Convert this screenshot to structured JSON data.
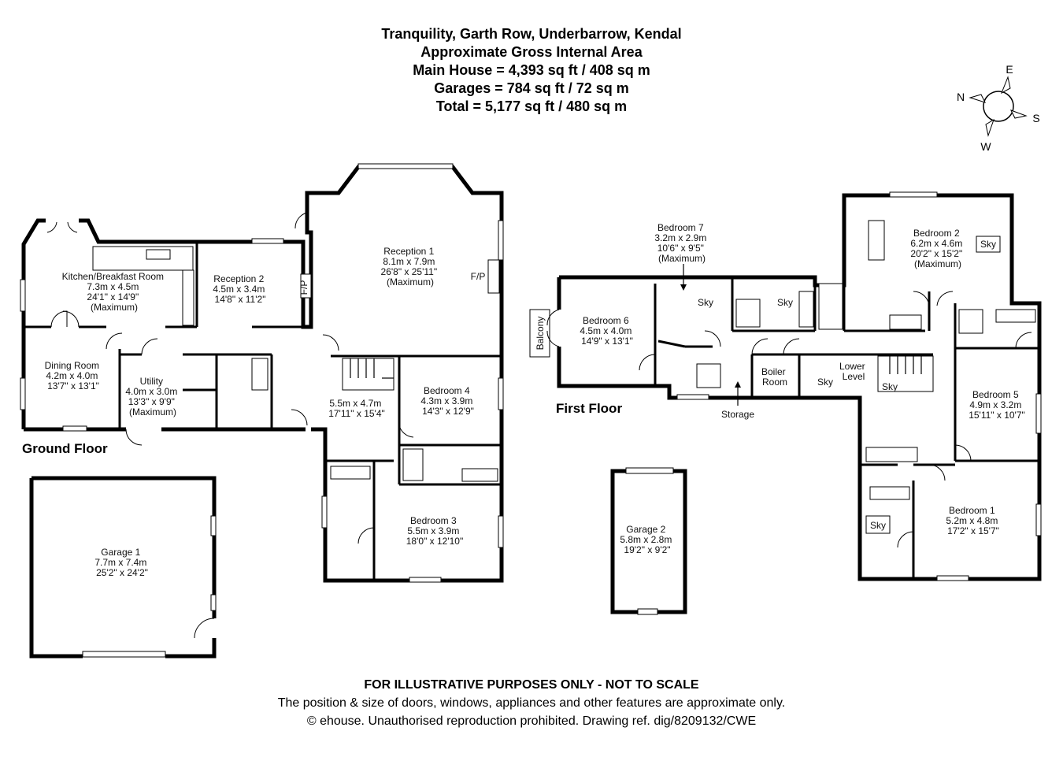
{
  "header": {
    "line1": "Tranquility, Garth Row, Underbarrow, Kendal",
    "line2": "Approximate Gross Internal Area",
    "line3": "Main House = 4,393 sq ft / 408 sq m",
    "line4": "Garages = 784 sq ft / 72 sq m",
    "line5": "Total = 5,177 sq ft / 480 sq m"
  },
  "compass": {
    "n": "N",
    "e": "E",
    "s": "S",
    "w": "W"
  },
  "floors": {
    "ground": "Ground Floor",
    "first": "First Floor"
  },
  "rooms": {
    "kitchen": [
      "Kitchen/Breakfast Room",
      "7.3m x 4.5m",
      "24'1\" x 14'9\"",
      "(Maximum)"
    ],
    "reception2": [
      "Reception 2",
      "4.5m x 3.4m",
      "14'8\" x 11'2\""
    ],
    "reception1": [
      "Reception 1",
      "8.1m x 7.9m",
      "26'8\" x 25'11\"",
      "(Maximum)"
    ],
    "dining": [
      "Dining Room",
      "4.2m x 4.0m",
      "13'7\" x 13'1\""
    ],
    "utility": [
      "Utility",
      "4.0m x 3.0m",
      "13'3\" x 9'9\"",
      "(Maximum)"
    ],
    "hall": [
      "5.5m x 4.7m",
      "17'11\" x 15'4\""
    ],
    "bedroom4": [
      "Bedroom 4",
      "4.3m x 3.9m",
      "14'3\" x 12'9\""
    ],
    "bedroom3": [
      "Bedroom 3",
      "5.5m x 3.9m",
      "18'0\" x 12'10\""
    ],
    "garage1": [
      "Garage 1",
      "7.7m x 7.4m",
      "25'2\" x 24'2\""
    ],
    "bedroom7": [
      "Bedroom 7",
      "3.2m x 2.9m",
      "10'6\" x 9'5\"",
      "(Maximum)"
    ],
    "bedroom6": [
      "Bedroom 6",
      "4.5m x 4.0m",
      "14'9\" x 13'1\""
    ],
    "bedroom2": [
      "Bedroom 2",
      "6.2m x 4.6m",
      "20'2\" x 15'2\"",
      "(Maximum)"
    ],
    "bedroom5": [
      "Bedroom 5",
      "4.9m x 3.2m",
      "15'11\" x 10'7\""
    ],
    "bedroom1": [
      "Bedroom 1",
      "5.2m x 4.8m",
      "17'2\" x 15'7\""
    ],
    "garage2": [
      "Garage 2",
      "5.8m x 2.8m",
      "19'2\" x 9'2\""
    ]
  },
  "small_labels": {
    "fp": "F/P",
    "balcony": "Balcony",
    "sky": "Sky",
    "boiler_room": [
      "Boiler",
      "Room"
    ],
    "lower_level": [
      "Lower",
      "Level"
    ],
    "storage": "Storage"
  },
  "footer": {
    "line1": "FOR ILLUSTRATIVE PURPOSES ONLY - NOT TO SCALE",
    "line2": "The position & size of doors, windows, appliances and other features are approximate only.",
    "line3": "© ehouse. Unauthorised reproduction prohibited. Drawing ref. dig/8209132/CWE"
  }
}
